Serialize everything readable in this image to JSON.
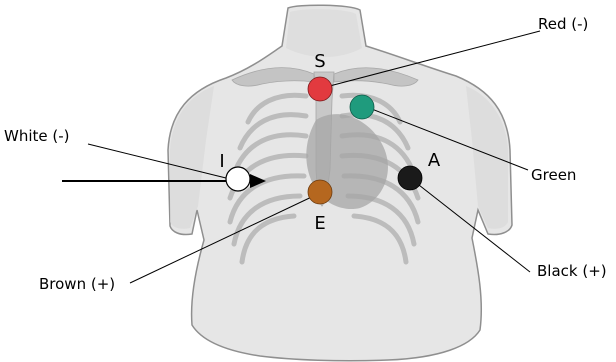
{
  "diagram": {
    "labels": {
      "red": "Red (-)",
      "white": "White (-)",
      "green": "Green",
      "brown": "Brown (+)",
      "black": "Black (+)"
    },
    "letters": {
      "s": "S",
      "i": "I",
      "a": "A",
      "e": "E"
    },
    "electrodes": [
      {
        "name": "Red",
        "color": "#e23a3f"
      },
      {
        "name": "Green",
        "color": "#1f9b7d"
      },
      {
        "name": "White",
        "color": "#ffffff"
      },
      {
        "name": "Brown",
        "color": "#b5671f"
      },
      {
        "name": "Black",
        "color": "#1a1a1a"
      }
    ],
    "colors": {
      "body": "#e6e6e6",
      "body_outline": "#8f8f8f",
      "bone": "#bcbcbc",
      "heart": "#a6a6a6"
    }
  }
}
